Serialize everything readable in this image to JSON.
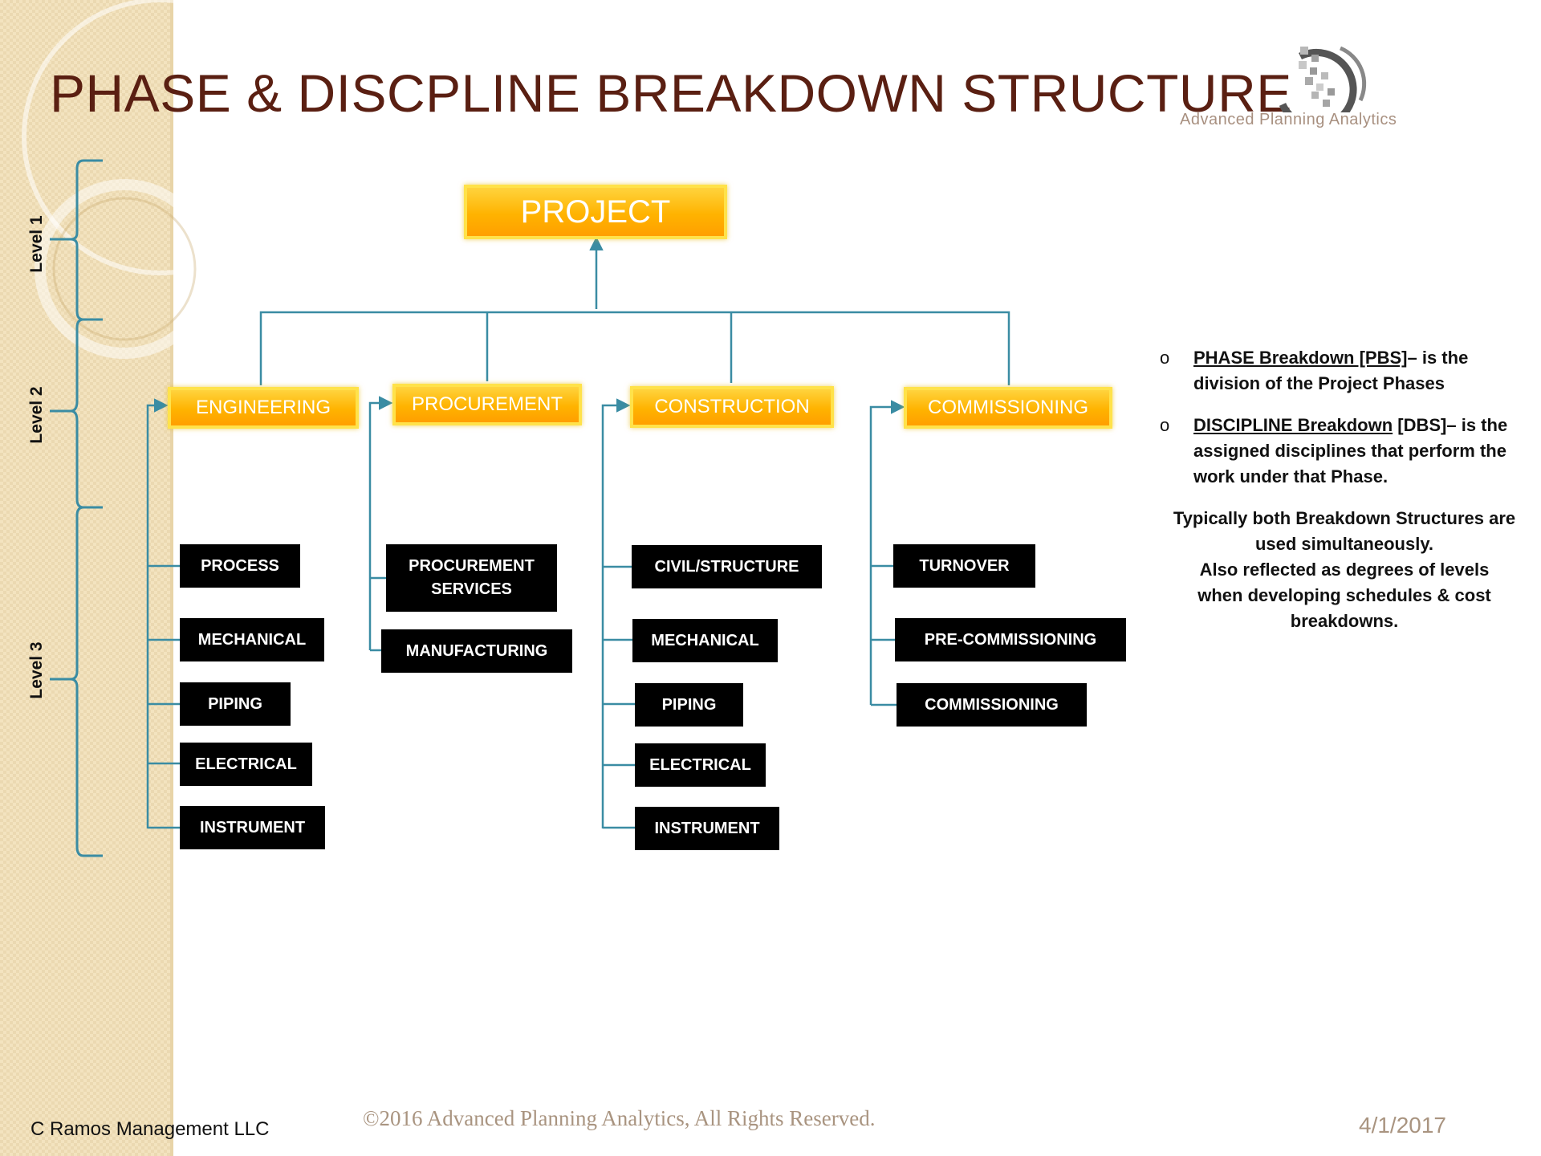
{
  "title": "PHASE & DISCPLINE BREAKDOWN STRUCTURE",
  "logo": {
    "text": "Advanced Planning Analytics"
  },
  "levels": [
    "Level 1",
    "Level 2",
    "Level 3"
  ],
  "root": {
    "label": "PROJECT"
  },
  "phases": [
    {
      "label": "ENGINEERING",
      "disciplines": [
        "PROCESS",
        "MECHANICAL",
        "PIPING",
        "ELECTRICAL",
        "INSTRUMENT"
      ]
    },
    {
      "label": "PROCUREMENT",
      "disciplines": [
        "PROCUREMENT SERVICES",
        "MANUFACTURING"
      ]
    },
    {
      "label": "CONSTRUCTION",
      "disciplines": [
        "CIVIL/STRUCTURE",
        "MECHANICAL",
        "PIPING",
        "ELECTRICAL",
        "INSTRUMENT"
      ]
    },
    {
      "label": "COMMISSIONING",
      "disciplines": [
        "TURNOVER",
        "PRE-COMMISSIONING",
        "COMMISSIONING"
      ]
    }
  ],
  "notes": {
    "bullet": "o",
    "pbs_term": "PHASE Breakdown [PBS]",
    "pbs_text": "– is the division of the Project Phases",
    "dbs_term": "DISCIPLINE Breakdown",
    "dbs_bracket": " [DBS]",
    "dbs_text": "– is the assigned disciplines that perform the work under that Phase.",
    "summary_1": "Typically both Breakdown Structures are used simultaneously.",
    "summary_2": "Also reflected as degrees of levels when developing schedules & cost breakdowns."
  },
  "footer": {
    "company": "C Ramos Management LLC",
    "copyright": "©2016 Advanced Planning Analytics,  All Rights Reserved.",
    "date": "4/1/2017"
  },
  "colors": {
    "connector": "#3a8ca3",
    "title": "#5a1f12",
    "phase_fill": "#ffb300"
  }
}
